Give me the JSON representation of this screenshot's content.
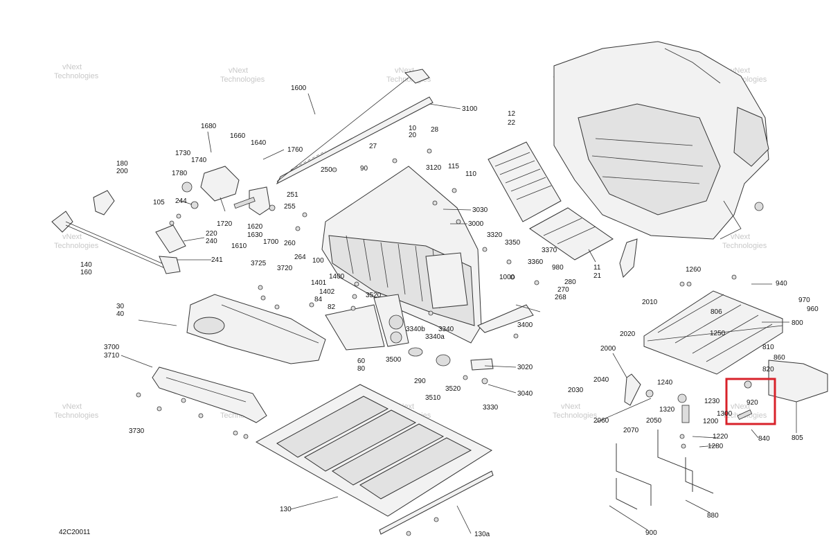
{
  "diagram_id": "42C20011",
  "watermark": [
    "vNext",
    "Technologies"
  ],
  "highlight": {
    "color": "#d8222a",
    "part": "920"
  },
  "labels": {
    "l12": "12",
    "l22": "22",
    "l1600": "1600",
    "l3100": "3100",
    "l10": "10",
    "l20": "20",
    "l28": "28",
    "l27": "27",
    "l1680": "1680",
    "l1660": "1660",
    "l1640": "1640",
    "l1760": "1760",
    "l1730": "1730",
    "l1740": "1740",
    "l180": "180",
    "l200": "200",
    "l1780": "1780",
    "l250": "250",
    "l90": "90",
    "l3120": "3120",
    "l115": "115",
    "l110": "110",
    "l251": "251",
    "l105": "105",
    "l244": "244",
    "l3030": "3030",
    "l255": "255",
    "l1720": "1720",
    "l1620": "1620",
    "l1630": "1630",
    "l220": "220",
    "l240": "240",
    "l1610": "1610",
    "l1700": "1700",
    "l260": "260",
    "l3000": "3000",
    "l3320": "3320",
    "l3350": "3350",
    "l3370": "3370",
    "l264": "264",
    "l100": "100",
    "l241": "241",
    "l140": "140",
    "l160": "160",
    "l3725": "3725",
    "l3720": "3720",
    "l3360": "3360",
    "l980": "980",
    "l1400": "1400",
    "l1000": "1000",
    "l280": "280",
    "l1401": "1401",
    "l1402": "1402",
    "l270": "270",
    "l84": "84",
    "l268": "268",
    "l3520a": "3520",
    "l82": "82",
    "l30": "30",
    "l40": "40",
    "l3340b": "3340b",
    "l3340": "3340",
    "l3400": "3400",
    "l3340a": "3340a",
    "l3700": "3700",
    "l3710": "3710",
    "l60": "60",
    "l80": "80",
    "l3500": "3500",
    "l3020": "3020",
    "l290": "290",
    "l3520b": "3520",
    "l3040": "3040",
    "l3510": "3510",
    "l3330": "3330",
    "l3730": "3730",
    "l130": "130",
    "l130a": "130a",
    "l11": "11",
    "l21": "21",
    "l1260": "1260",
    "l940": "940",
    "l970": "970",
    "l960": "960",
    "l2010": "2010",
    "l806": "806",
    "l800": "800",
    "l1250": "1250",
    "l2020": "2020",
    "l810": "810",
    "l2000": "2000",
    "l860": "860",
    "l820": "820",
    "l2040": "2040",
    "l1240": "1240",
    "l2030": "2030",
    "l1230": "1230",
    "l920": "920",
    "l1320": "1320",
    "l1300": "1300",
    "l2060": "2060",
    "l2050": "2050",
    "l1200": "1200",
    "l805": "805",
    "l2070": "2070",
    "l1220": "1220",
    "l840": "840",
    "l1280": "1280",
    "l880": "880",
    "l900": "900"
  }
}
